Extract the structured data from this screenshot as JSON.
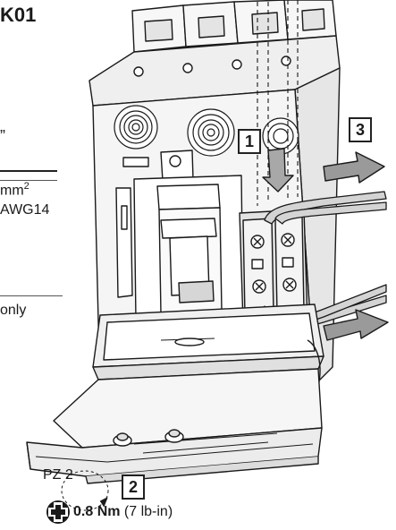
{
  "header": {
    "code": "K01"
  },
  "left_fragments": {
    "quote_mark": "”",
    "wire_size": "mm",
    "wire_size_exp": "2",
    "awg": "AWG14",
    "only": "only"
  },
  "callouts": {
    "step1": "1",
    "step2": "2",
    "step3": "3"
  },
  "tool": {
    "bit": "PZ 2",
    "torque_value": "0.8 Nm",
    "torque_alt": "(7 lb-in)"
  },
  "colors": {
    "line": "#1a1a1a",
    "fill_light": "#f2f2f2",
    "fill_grey": "#c9c9c9",
    "arrow_grey": "#9a9a9a"
  }
}
